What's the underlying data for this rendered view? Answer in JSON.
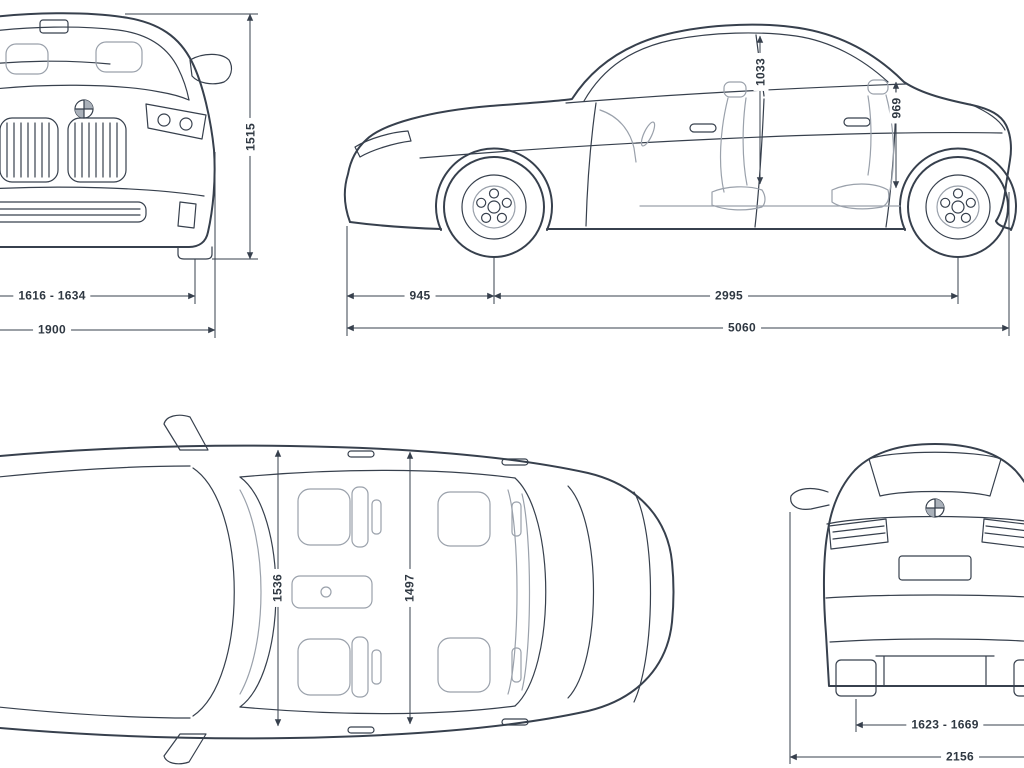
{
  "style": {
    "background": "#ffffff",
    "line_color": "#37404d",
    "light_line_color": "#9aa1ab",
    "label_color": "#2f3842"
  },
  "views": {
    "front": {
      "height": "1515",
      "track_width": "1616 - 1634",
      "overall_width": "1900"
    },
    "side": {
      "front_interior_height": "1033",
      "rear_interior_height": "969",
      "front_overhang": "945",
      "wheelbase": "2995",
      "overall_length": "5060"
    },
    "top": {
      "front_interior_width": "1536",
      "rear_interior_width": "1497"
    },
    "rear": {
      "rear_track_width": "1623 - 1669",
      "width_incl_mirrors": "2156"
    }
  }
}
